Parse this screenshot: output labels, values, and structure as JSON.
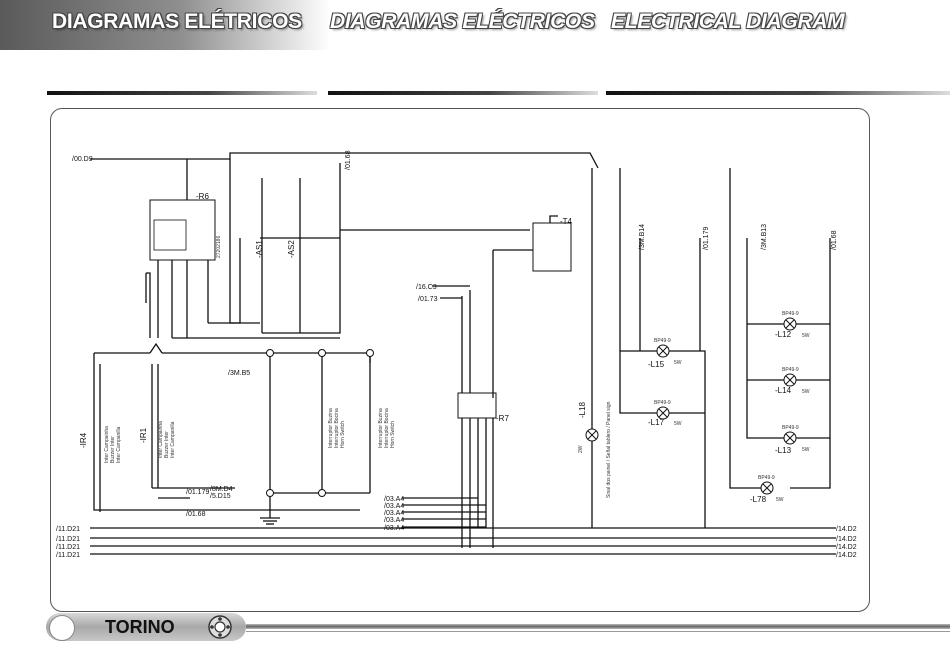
{
  "header": {
    "title_pt": "DIAGRAMAS ELÉTRICOS",
    "title_es": "DIAGRAMAS ELÉCTRICOS",
    "title_en": "ELECTRICAL DIAGRAM"
  },
  "footer": {
    "model": "TORINO"
  },
  "diagram": {
    "left_refs": [
      "/00.D9",
      "/11.D21",
      "/11.D21",
      "/11.D21",
      "/11.D21"
    ],
    "right_refs": [
      "/14.D2",
      "/14.D2",
      "/14.D2",
      "/14.D2"
    ],
    "mid_refs": [
      "/16.C3",
      "/01.73",
      "/8M.D4",
      "/5.D15",
      "/01.179",
      "/01.68",
      "/3M.B5"
    ],
    "a4_refs": [
      "/03.A4",
      "/03.A4",
      "/03.A4",
      "/03.A4",
      "/03.A4"
    ],
    "top_refs": [
      "/01.68",
      "/3M.B14",
      "/01.179",
      "/3M.B13",
      "/01.68"
    ],
    "components": {
      "r6": "-R6",
      "as1": "-AS1",
      "as2": "-AS2",
      "t4": "-T4",
      "r7": "-R7",
      "ir4": "-IR4",
      "ir1": "-IR1",
      "l18": "-L18",
      "l15": "-L15",
      "l17": "-L17",
      "l12": "-L12",
      "l14": "-L14",
      "l13": "-L13",
      "l78": "-L78"
    },
    "lamp_type": "BP49-9",
    "lamp_watt": "5W",
    "l18_watt": "2W",
    "ir_text": [
      "Inter Campainha",
      "Buzzer Inter",
      "Inter Campanilla"
    ],
    "switch_text": [
      "Interruptor Buzina",
      "Interruptor Bocina",
      "Horn Switch"
    ],
    "l18_text": "Sinal dos painel / Señal tablero / Panel sign",
    "relay_num": "27202186"
  }
}
